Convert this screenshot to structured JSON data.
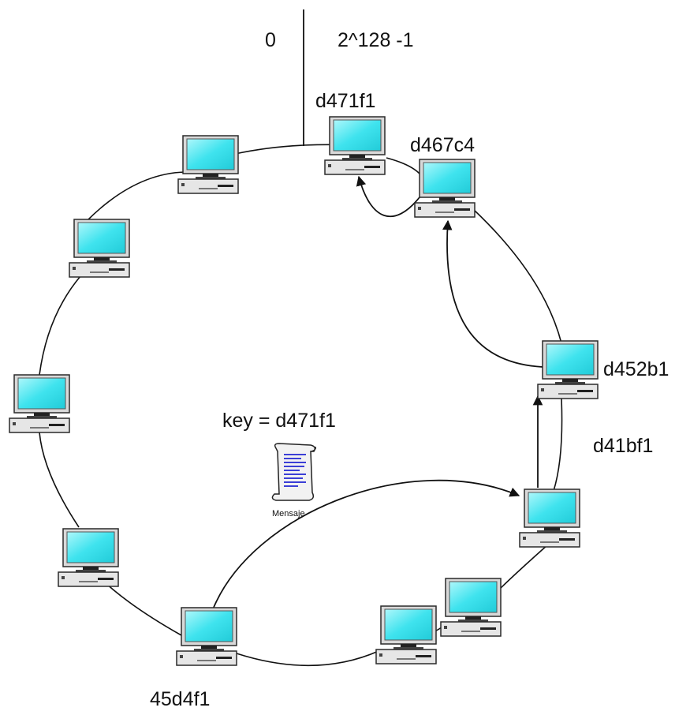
{
  "ring_start_label": "0",
  "ring_end_label": "2^128 -1",
  "nodes": {
    "d471f1": "d471f1",
    "d467c4": "d467c4",
    "d452b1": "d452b1",
    "d41bf1": "d41bf1",
    "n45d4f1": "45d4f1"
  },
  "key_label": "key = d471f1",
  "message_label": "Mensaje",
  "colors": {
    "screen": "#3fe3ee",
    "screen_border": "#2a2a2a",
    "case": "#e6e6e6",
    "line": "#111111"
  },
  "icons": [
    "computer-icon",
    "message-scroll-icon"
  ]
}
